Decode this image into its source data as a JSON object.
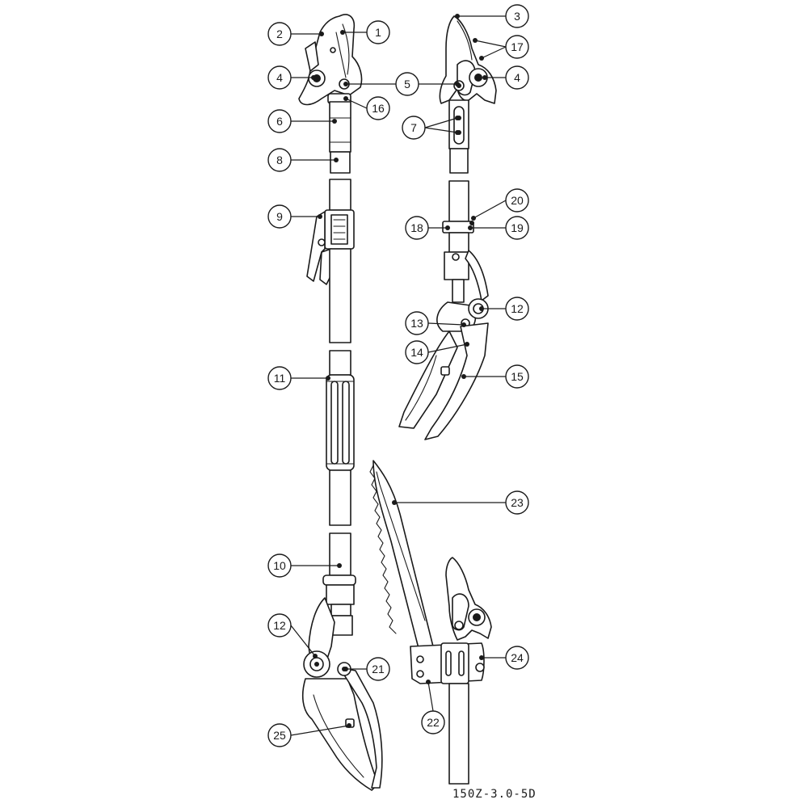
{
  "caption": "150Z-3.0-5D",
  "callouts": [
    {
      "id": "c1",
      "label": "1"
    },
    {
      "id": "c2",
      "label": "2"
    },
    {
      "id": "c3",
      "label": "3"
    },
    {
      "id": "c4a",
      "label": "4"
    },
    {
      "id": "c4b",
      "label": "4"
    },
    {
      "id": "c5",
      "label": "5"
    },
    {
      "id": "c6",
      "label": "6"
    },
    {
      "id": "c7",
      "label": "7"
    },
    {
      "id": "c8",
      "label": "8"
    },
    {
      "id": "c9",
      "label": "9"
    },
    {
      "id": "c10",
      "label": "10"
    },
    {
      "id": "c11",
      "label": "11"
    },
    {
      "id": "c12a",
      "label": "12"
    },
    {
      "id": "c12b",
      "label": "12"
    },
    {
      "id": "c13",
      "label": "13"
    },
    {
      "id": "c14",
      "label": "14"
    },
    {
      "id": "c15",
      "label": "15"
    },
    {
      "id": "c16",
      "label": "16"
    },
    {
      "id": "c17",
      "label": "17"
    },
    {
      "id": "c18",
      "label": "18"
    },
    {
      "id": "c19",
      "label": "19"
    },
    {
      "id": "c20",
      "label": "20"
    },
    {
      "id": "c21",
      "label": "21"
    },
    {
      "id": "c22",
      "label": "22"
    },
    {
      "id": "c23",
      "label": "23"
    },
    {
      "id": "c24",
      "label": "24"
    },
    {
      "id": "c25",
      "label": "25"
    }
  ]
}
